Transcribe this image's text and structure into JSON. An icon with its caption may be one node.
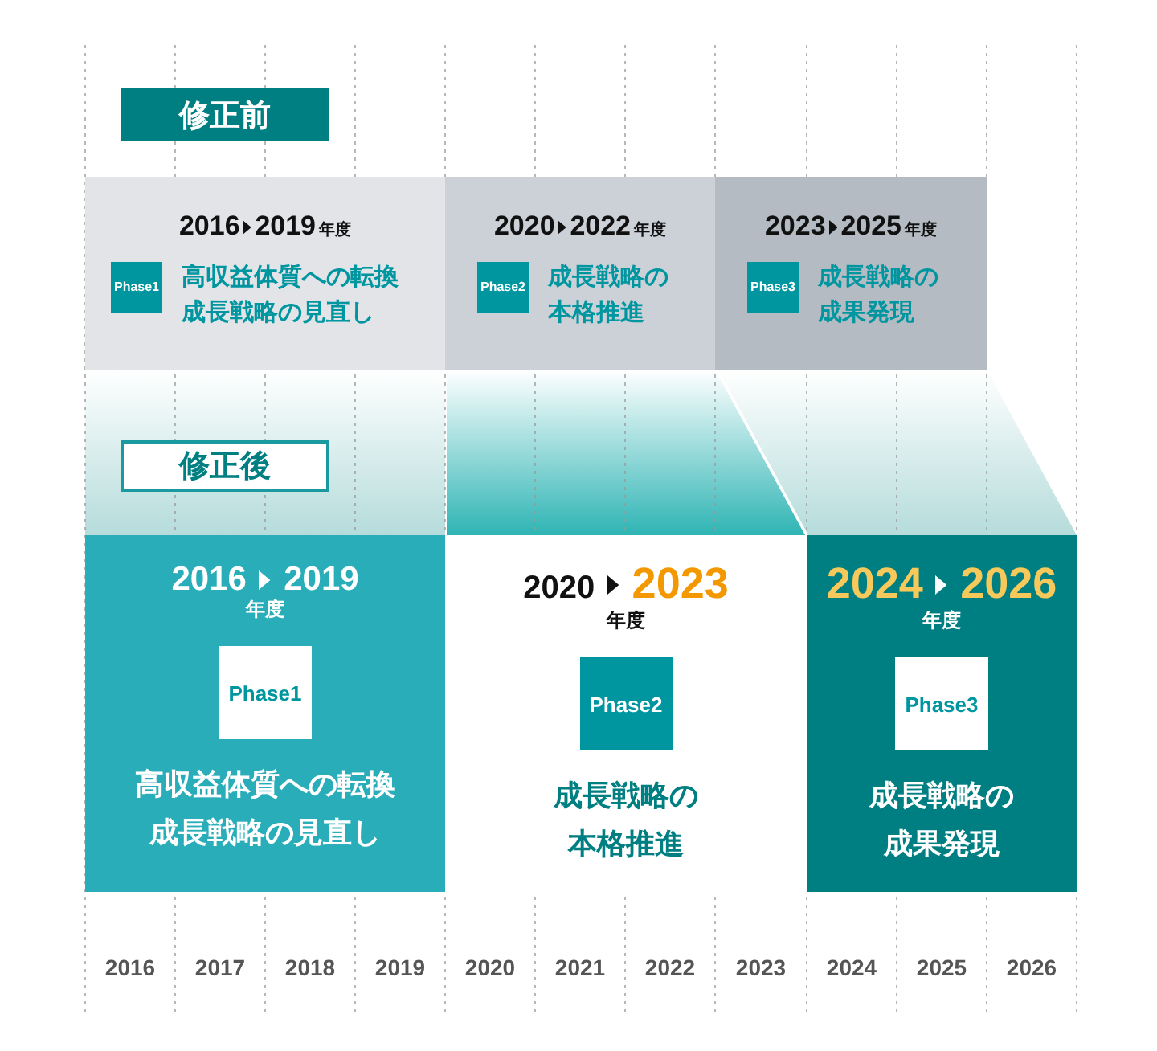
{
  "diagram": {
    "nodes": [
      {
        "text": [
          "修正前"
        ]
      },
      {
        "text": [
          "2016",
          "2019",
          "年度",
          "高収益体質への転換成長戦略の見直し"
        ]
      },
      {
        "text": [
          "Phase1"
        ],
        "in": 1
      },
      {
        "text": [
          "2020",
          "2022",
          "年度",
          "成長戦略の本格推進"
        ]
      },
      {
        "text": [
          "Phase2"
        ],
        "in": 3
      },
      {
        "text": [
          "2023",
          "2025",
          "年度",
          "成長戦略の成果発現"
        ]
      },
      {
        "text": [
          "Phase3"
        ],
        "in": 5
      },
      {
        "text": [
          "修正後"
        ]
      },
      {
        "text": [
          "2016",
          "2019",
          "年度",
          "高収益体質への転換成長戦略の見直し"
        ]
      },
      {
        "text": [
          "Phase1"
        ],
        "in": 8
      },
      {
        "text": [
          "2020",
          "2023",
          "年度",
          "成長戦略の本格推進"
        ]
      },
      {
        "text": [
          "Phase2"
        ],
        "in": 10
      },
      {
        "text": [
          "2024",
          "2026",
          "年度",
          "成長戦略の成果発現"
        ]
      },
      {
        "text": [
          "Phase3"
        ],
        "in": 12
      }
    ],
    "labels": [
      "2016",
      "2017",
      "2018",
      "2019",
      "2020",
      "2021",
      "2022",
      "2023",
      "2024",
      "2025",
      "2026"
    ]
  }
}
